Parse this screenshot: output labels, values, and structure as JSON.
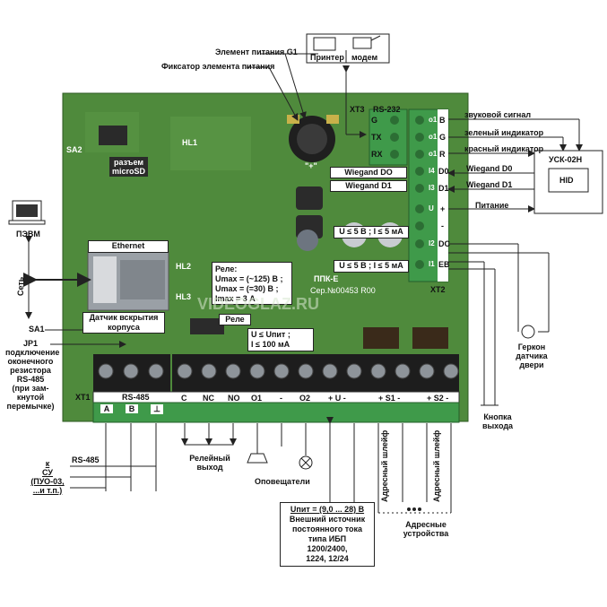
{
  "top": {
    "battery": "Элемент питания G1",
    "battery_holder": "Фиксатор элемента питания",
    "printer": "Принтер",
    "modem": "модем"
  },
  "board": {
    "sa2": "SA2",
    "hl1": "HL1",
    "microsd_line1": "разъем",
    "microsd_line2": "microSD",
    "ethernet": "Ethernet",
    "hl2": "HL2",
    "hl3": "HL3",
    "tamper_line1": "Датчик вскрытия",
    "tamper_line2": "корпуса",
    "battery_sign": "\"+\"",
    "xt3": "XT3",
    "rs232": "RS-232",
    "rs232_pins": [
      "G",
      "TX",
      "RX"
    ],
    "out_pins": [
      "B",
      "G",
      "R",
      "D0",
      "D1",
      "+",
      "-",
      "DC",
      "EB"
    ],
    "out_nums": [
      "o1",
      "o1",
      "o1",
      "I4",
      "I3",
      "U",
      "",
      "I2",
      "I1"
    ],
    "wiegand_d0": "Wiegand DO",
    "wiegand_d1": "Wiegand D1",
    "u5_line": "U ≤ 5 В ; I ≤ 5 мА",
    "u5_line2": "U ≤ 5 В ; I ≤ 5 мА",
    "xt2": "XT2",
    "ppk": "ППК-Е",
    "serial": "Сер.№00453 R00",
    "relay_spec": [
      "Реле:",
      "Umax = (~125) В ;",
      "Umax = (=30) В ;",
      "Imax = 3 А"
    ],
    "relay": "Реле",
    "out_spec": [
      "U ≤ Uпит ;",
      "I ≤ 100 мА"
    ],
    "xt1": "XT1",
    "rs485": "RS-485",
    "watermark": "VIDEOGLAZ.RU"
  },
  "terminals": {
    "bottom": [
      "A",
      "B",
      "⊥",
      "C",
      "NC",
      "NO",
      "O1",
      "-",
      "O2",
      "+ U -",
      "+ S1 -",
      "+ S2 -"
    ]
  },
  "left": {
    "pc": "ПЭВМ",
    "network": "Сеть",
    "sa1": "SA1",
    "jp1": [
      "JP1",
      "подключение",
      "оконечного",
      "резистора",
      "RS-485",
      "(при зам-",
      "кнутой",
      "перемычке)"
    ],
    "rs485": "RS-485",
    "k_su": [
      "к",
      "СУ",
      "(ПУО-03,",
      "...и т.п.)"
    ]
  },
  "right": {
    "sound": "звуковой сигнал",
    "green": "зеленый индикатор",
    "red": "красный индикатор",
    "usk": "УСК-02Н",
    "hid": "HID",
    "wd0": "Wiegand D0",
    "wd1": "Wiegand D1",
    "power": "Питание",
    "gercon": [
      "Геркон",
      "датчика",
      "двери"
    ],
    "exit_btn": [
      "Кнопка",
      "выхода"
    ]
  },
  "bottom": {
    "relay_out": [
      "Релейный",
      "выход"
    ],
    "alarms": "Оповещатели",
    "psu": [
      "Uпит = (9,0 ... 28) В",
      "Внешний источник",
      "постоянного тока",
      "типа ИБП",
      "1200/2400,",
      "1224, 12/24"
    ],
    "loop1": "Адресный шлейф",
    "loop2": "Адресный шлейф",
    "addr_dev": [
      "Адресные",
      "устройства"
    ]
  },
  "colors": {
    "pcb": "#4f8a3c",
    "terminal_green": "#3f9a4a",
    "terminal_black": "#1d1d1d",
    "line": "#222222"
  }
}
